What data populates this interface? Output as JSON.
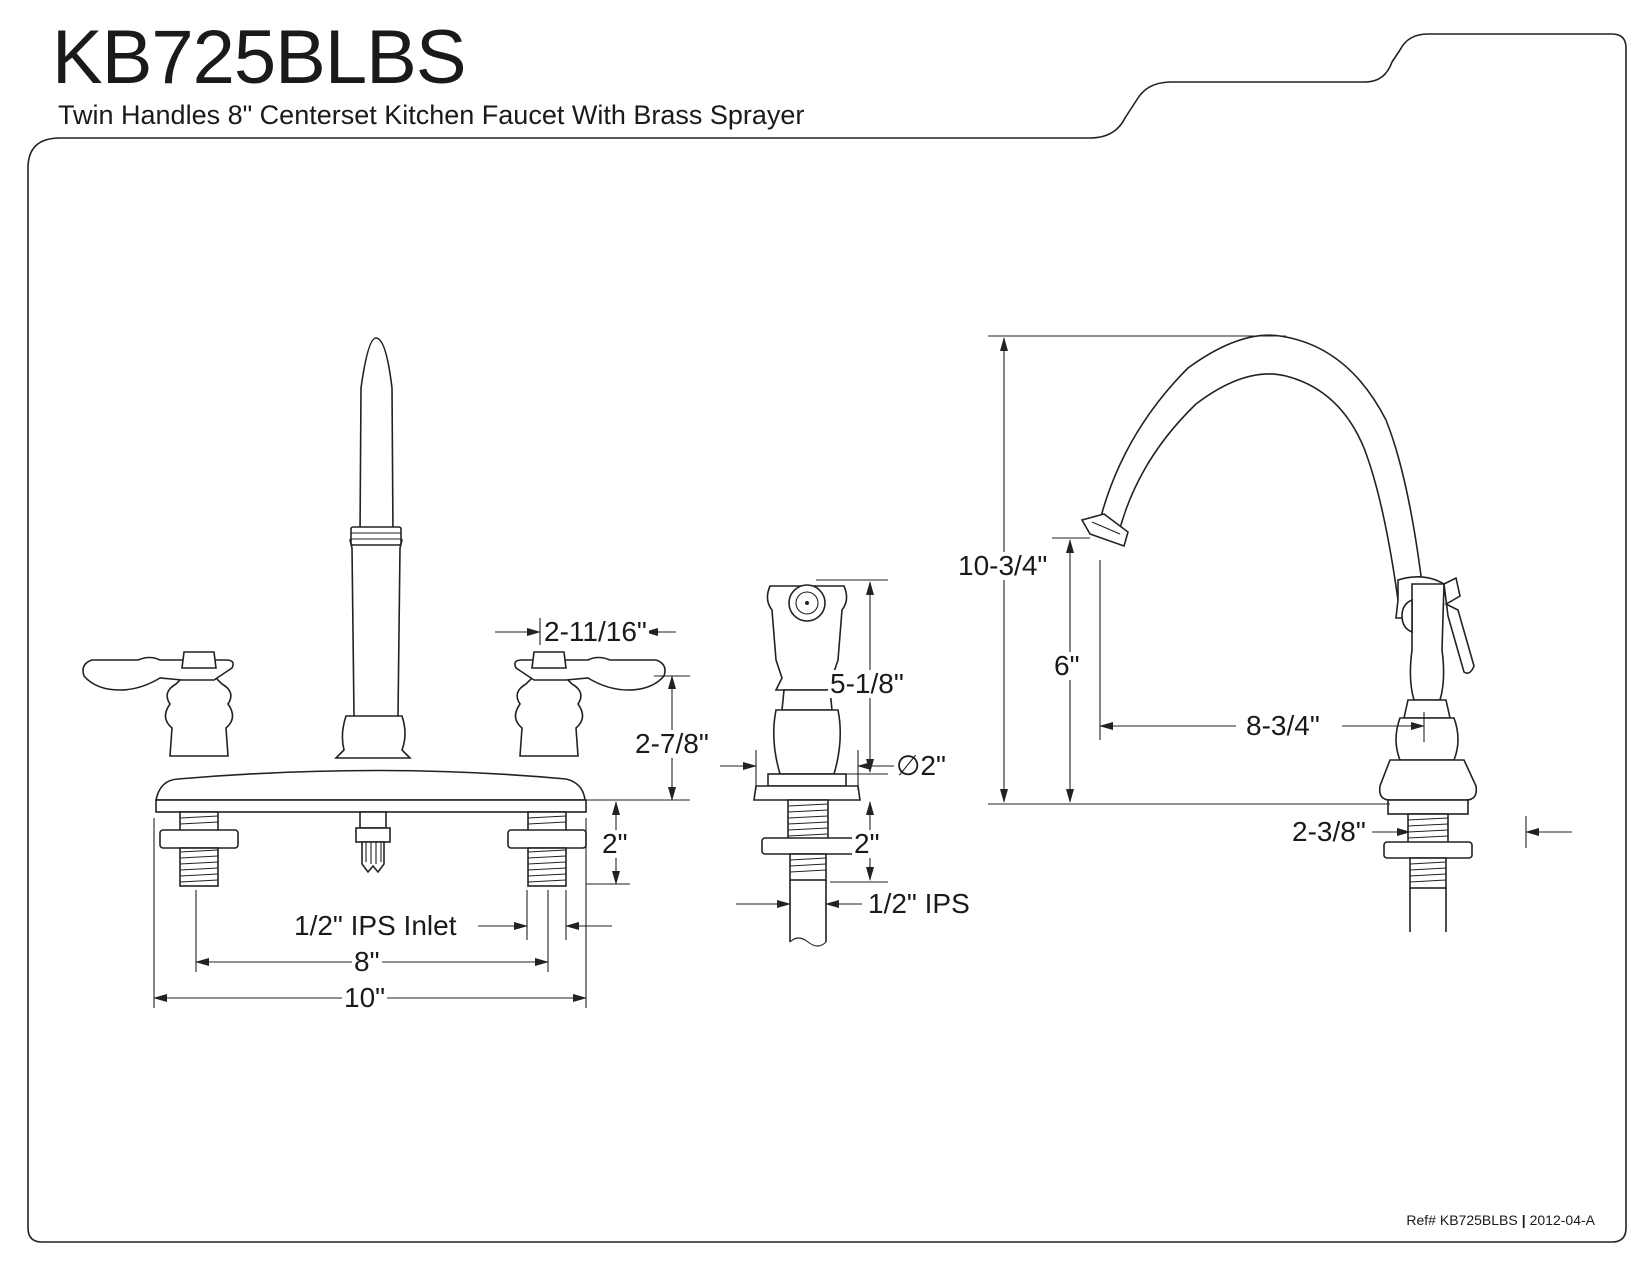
{
  "header": {
    "model": "KB725BLBS",
    "description": "Twin Handles 8\" Centerset Kitchen Faucet With Brass Sprayer"
  },
  "dimensions": {
    "handle_width": "2-11/16\"",
    "handle_height": "2-7/8\"",
    "shank_length_faucet": "2\"",
    "inlet": "1/2\" IPS Inlet",
    "center_spread": "8\"",
    "deck_width": "10\"",
    "sprayer_height": "5-1/8\"",
    "sprayer_base_diameter": "∅2\"",
    "sprayer_shank": "2\"",
    "sprayer_ips": "1/2\" IPS",
    "overall_height": "10-3/4\"",
    "spout_height": "6\"",
    "spout_reach": "8-3/4\"",
    "base_depth": "2-3/8\""
  },
  "footer": {
    "ref": "Ref# KB725BLBS",
    "revision": "2012-04-A"
  }
}
